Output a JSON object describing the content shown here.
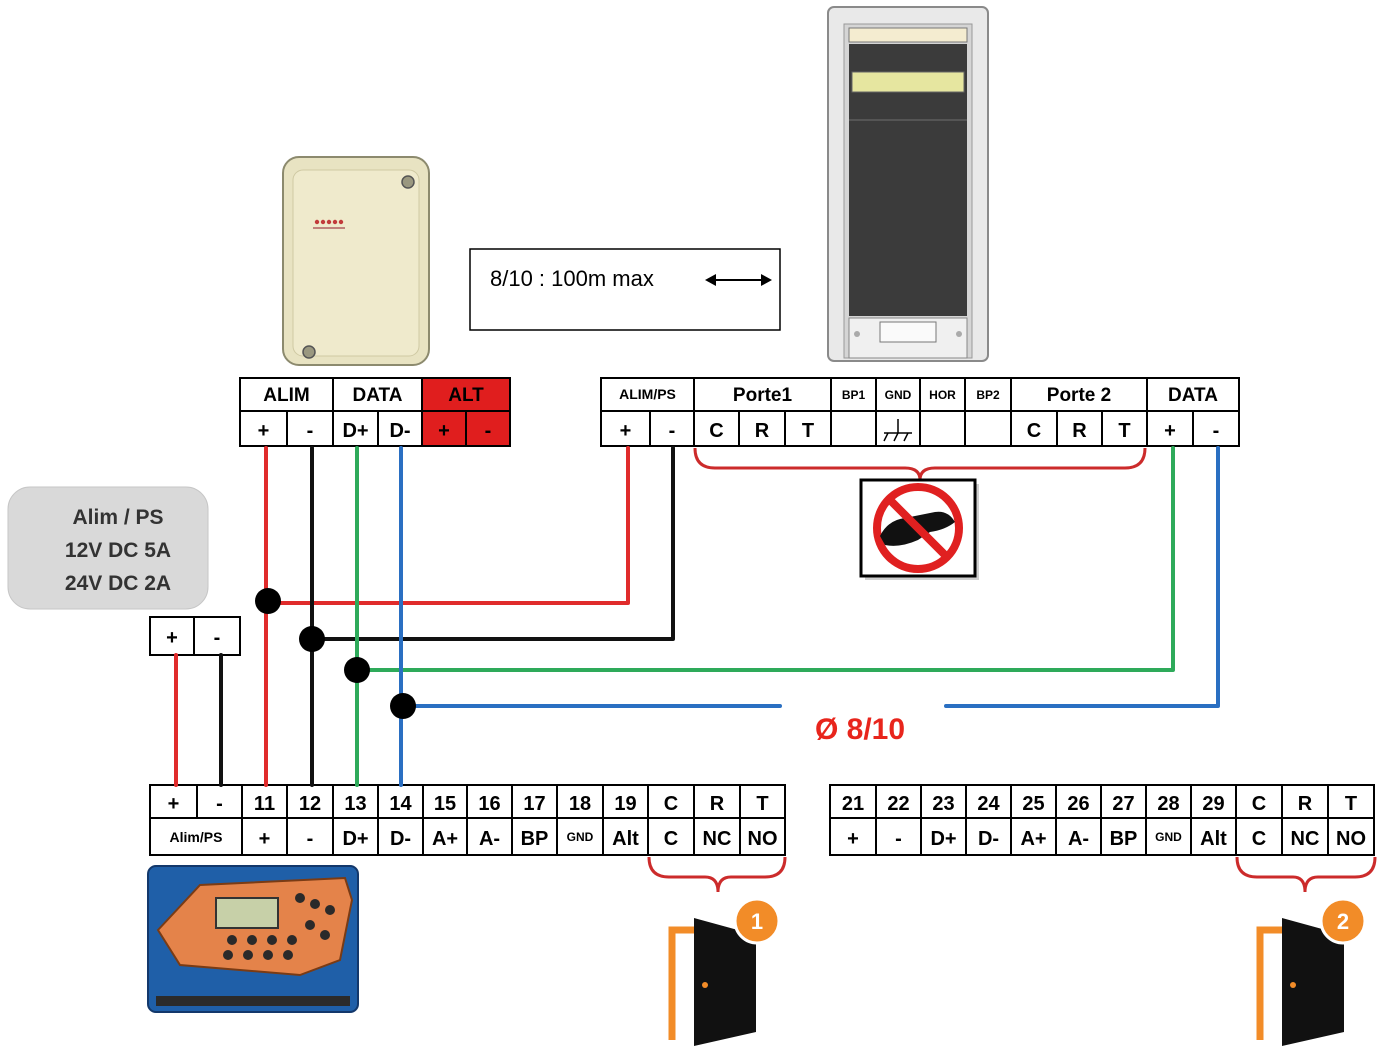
{
  "colors": {
    "red": "#e02b2b",
    "black": "#111111",
    "green": "#2eaa5a",
    "blue": "#2a6fc2",
    "alt_red": "#e01e1e",
    "orange": "#f28c28",
    "accent_text": "#e8251c"
  },
  "distance_note": {
    "text": "8/10 : 100m max",
    "icon": "double-arrow-icon"
  },
  "cable_label": "Ø 8/10",
  "power_supply": {
    "line1": "Alim / PS",
    "line2": "12V DC 5A",
    "line3": "24V DC 2A",
    "plus": "+",
    "minus": "-"
  },
  "reader_block": {
    "headers": [
      "ALIM",
      "DATA",
      "ALT"
    ],
    "cells": [
      "+",
      "-",
      "D+",
      "D-",
      "+",
      "-"
    ]
  },
  "door_module_block": {
    "headers": [
      "ALIM/PS",
      "Porte1",
      "BP1",
      "GND",
      "HOR",
      "BP2",
      "Porte 2",
      "DATA"
    ],
    "cells": [
      "+",
      "-",
      "C",
      "R",
      "T",
      "",
      "",
      "",
      "",
      "C",
      "R",
      "T",
      "+",
      "-"
    ],
    "no_touch_icon": "no-touch-icon"
  },
  "controller_terminals_1": {
    "top": [
      "+",
      "-",
      "11",
      "12",
      "13",
      "14",
      "15",
      "16",
      "17",
      "18",
      "19",
      "C",
      "R",
      "T"
    ],
    "bottom_label": "Alim/PS",
    "bottom": [
      "+",
      "-",
      "D+",
      "D-",
      "A+",
      "A-",
      "BP",
      "GND",
      "Alt",
      "C",
      "NC",
      "NO"
    ]
  },
  "controller_terminals_2": {
    "top": [
      "21",
      "22",
      "23",
      "24",
      "25",
      "26",
      "27",
      "28",
      "29",
      "C",
      "R",
      "T"
    ],
    "bottom": [
      "+",
      "-",
      "D+",
      "D-",
      "A+",
      "A-",
      "BP",
      "GND",
      "Alt",
      "C",
      "NC",
      "NO"
    ]
  },
  "doors": [
    {
      "number": "1",
      "icon": "door-icon"
    },
    {
      "number": "2",
      "icon": "door-icon"
    }
  ],
  "images": {
    "reader": "card-reader-device",
    "door_module": "door-module-device",
    "controller": "keypad-controller-device"
  }
}
